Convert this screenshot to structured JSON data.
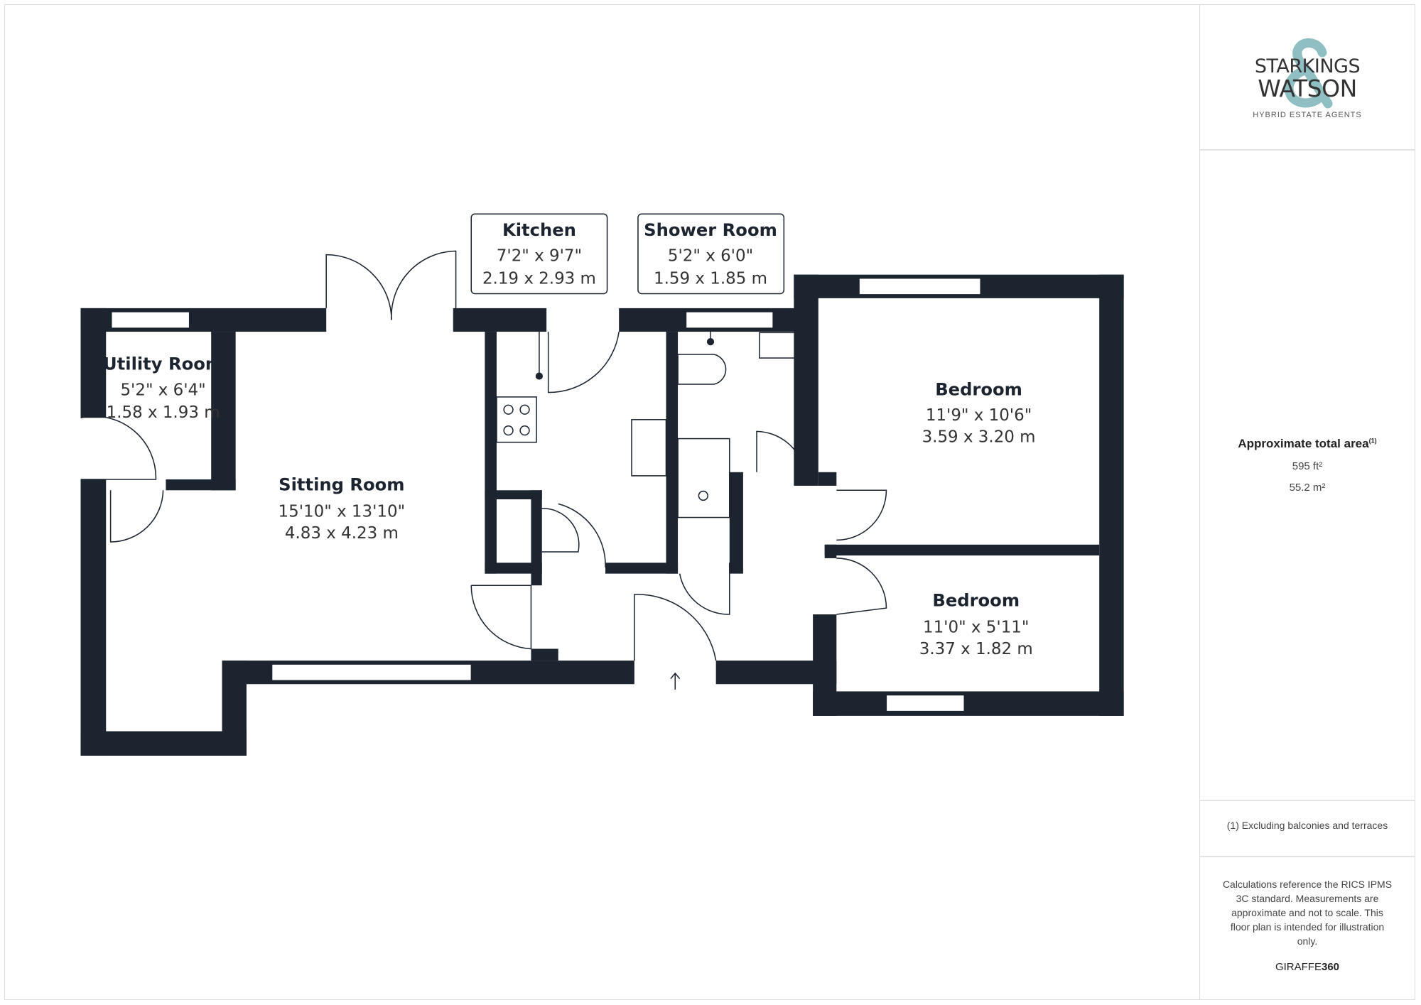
{
  "rooms": {
    "utility": {
      "name": "Utility Room",
      "imperial": "5'2\" x 6'4\"",
      "metric": "1.58 x 1.93 m"
    },
    "sitting": {
      "name": "Sitting Room",
      "imperial": "15'10\" x 13'10\"",
      "metric": "4.83 x 4.23 m"
    },
    "kitchen": {
      "name": "Kitchen",
      "imperial": "7'2\" x 9'7\"",
      "metric": "2.19 x 2.93 m"
    },
    "shower": {
      "name": "Shower Room",
      "imperial": "5'2\" x 6'0\"",
      "metric": "1.59 x 1.85 m"
    },
    "bedroom1": {
      "name": "Bedroom",
      "imperial": "11'9\" x 10'6\"",
      "metric": "3.59 x 3.20 m"
    },
    "bedroom2": {
      "name": "Bedroom",
      "imperial": "11'0\" x 5'11\"",
      "metric": "3.37 x 1.82 m"
    }
  },
  "colors": {
    "wall": "#1c2430",
    "logo_accent": "#8fbfc2"
  },
  "logo": {
    "line1": "STARKINGS",
    "ampersand": "&",
    "line2": "WATSON",
    "tagline": "HYBRID ESTATE AGENTS"
  },
  "area": {
    "label": "Approximate total area",
    "footnote_mark": "(1)",
    "sqft": "595 ft²",
    "sqm": "55.2 m²"
  },
  "footnote": "(1) Excluding balconies and terraces",
  "disclaimer": "Calculations reference the RICS IPMS 3C standard. Measurements are approximate and not to scale. This floor plan is intended for illustration only.",
  "brand": {
    "name": "GIRAFFE",
    "number": "360"
  }
}
